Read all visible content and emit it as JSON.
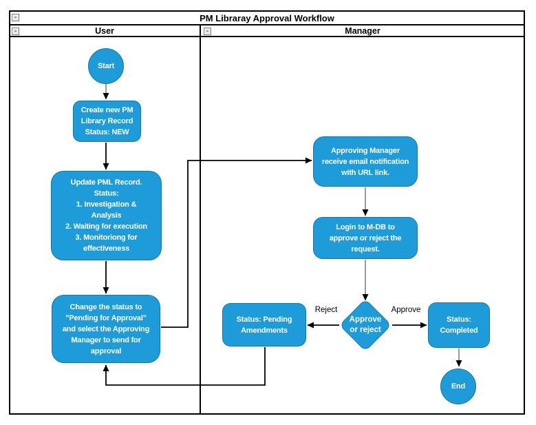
{
  "diagram": {
    "title": "PM Libraray Approval Workflow",
    "lanes": [
      {
        "name": "User"
      },
      {
        "name": "Manager"
      }
    ],
    "collapse_glyph": "-"
  },
  "nodes": {
    "start": {
      "type": "terminator",
      "lane": "User",
      "label": "Start"
    },
    "create": {
      "type": "process",
      "lane": "User",
      "label": "Create new PM\nLibrary Record\nStatus: NEW"
    },
    "update": {
      "type": "process",
      "lane": "User",
      "label": "Update PML Record.\nStatus:\n1. Investigation &\nAnalysis\n2. Waiting for execution\n3. Monitoriong for\neffectiveness"
    },
    "change": {
      "type": "process",
      "lane": "User",
      "label": "Change the status to\n\"Pending for Approval\"\nand select the Approving\nManager to send for\napproval"
    },
    "receive": {
      "type": "process",
      "lane": "Manager",
      "label": "Approving Manager\nreceive email notification\nwith URL link."
    },
    "login": {
      "type": "process",
      "lane": "Manager",
      "label": "Login to M-DB to\napprove or reject the\nrequest."
    },
    "decision": {
      "type": "decision",
      "lane": "Manager",
      "label": "Approve\nor reject"
    },
    "pending": {
      "type": "process",
      "lane": "Manager",
      "label": "Status: Pending\nAmendments"
    },
    "completed": {
      "type": "process",
      "lane": "Manager",
      "label": "Status:\nCompleted"
    },
    "end": {
      "type": "terminator",
      "lane": "Manager",
      "label": "End"
    }
  },
  "edge_labels": {
    "reject": "Reject",
    "approve": "Approve"
  },
  "colors": {
    "node_fill": "#1e9cd9",
    "node_border": "#1377ad",
    "frame_border": "#000000",
    "connector_black": "#000000",
    "connector_gray": "#6e6e6e",
    "node_text": "#ffffff"
  }
}
